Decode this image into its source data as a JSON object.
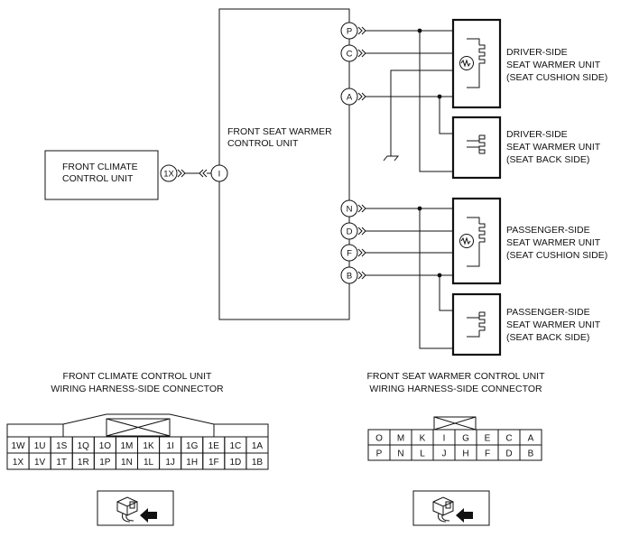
{
  "units": {
    "control_unit": [
      "FRONT SEAT WARMER",
      "CONTROL UNIT"
    ],
    "climate_unit": [
      "FRONT CLIMATE",
      "CONTROL UNIT"
    ],
    "driver_cushion": [
      "DRIVER-SIDE",
      "SEAT WARMER UNIT",
      "(SEAT CUSHION SIDE)"
    ],
    "driver_back": [
      "DRIVER-SIDE",
      "SEAT WARMER UNIT",
      "(SEAT BACK SIDE)"
    ],
    "passenger_cushion": [
      "PASSENGER-SIDE",
      "SEAT WARMER UNIT",
      "(SEAT CUSHION SIDE)"
    ],
    "passenger_back": [
      "PASSENGER-SIDE",
      "SEAT WARMER UNIT",
      "(SEAT BACK SIDE)"
    ]
  },
  "pins": {
    "P": "P",
    "C": "C",
    "A": "A",
    "N": "N",
    "D": "D",
    "F": "F",
    "B": "B",
    "I": "I",
    "1X": "1X"
  },
  "climate_connector": {
    "title": [
      "FRONT CLIMATE CONTROL UNIT",
      "WIRING HARNESS-SIDE CONNECTOR"
    ],
    "row1": [
      "1W",
      "1U",
      "1S",
      "1Q",
      "1O",
      "1M",
      "1K",
      "1I",
      "1G",
      "1E",
      "1C",
      "1A"
    ],
    "row2": [
      "1X",
      "1V",
      "1T",
      "1R",
      "1P",
      "1N",
      "1L",
      "1J",
      "1H",
      "1F",
      "1D",
      "1B"
    ]
  },
  "seat_connector": {
    "title": [
      "FRONT SEAT WARMER CONTROL UNIT",
      "WIRING HARNESS-SIDE CONNECTOR"
    ],
    "row1": [
      "O",
      "M",
      "K",
      "I",
      "G",
      "E",
      "C",
      "A"
    ],
    "row2": [
      "P",
      "N",
      "L",
      "J",
      "H",
      "F",
      "D",
      "B"
    ]
  },
  "icons": [
    "connector-view-icon",
    "connector-view-icon"
  ]
}
